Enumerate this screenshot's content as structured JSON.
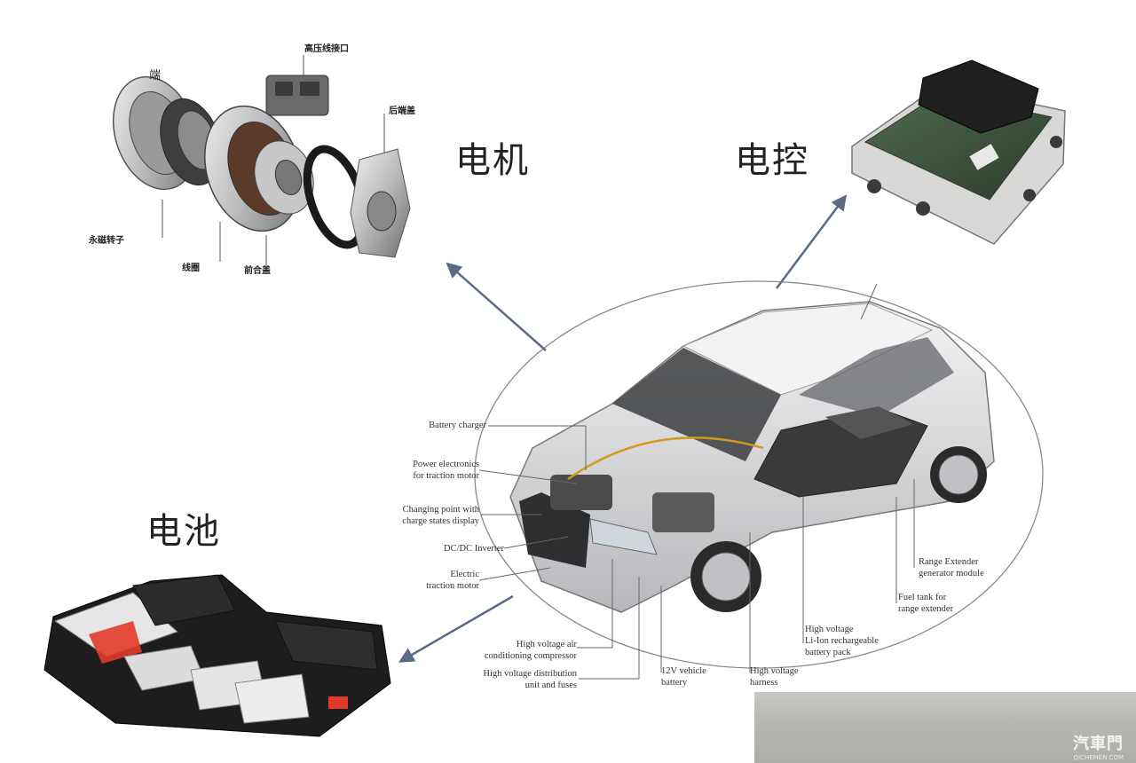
{
  "titles": {
    "motor": "电机",
    "controller": "电控",
    "battery": "电池"
  },
  "motor_labels": {
    "top_connector": "高压线接口",
    "housing_right": "后端盖",
    "left_top": "端",
    "rotor": "永磁转子",
    "coil": "线圈",
    "cover": "前合盖"
  },
  "car_labels": [
    {
      "id": "battery-charger",
      "text": "Battery charger"
    },
    {
      "id": "power-electronics",
      "text": "Power electronics\nfor traction motor"
    },
    {
      "id": "charging-point",
      "text": "Changing point with\ncharge states display"
    },
    {
      "id": "dcdc",
      "text": "DC/DC Inverter"
    },
    {
      "id": "traction-motor",
      "text": "Electric\ntraction motor"
    },
    {
      "id": "ac-compressor",
      "text": "High voltage air\nconditioning compressor"
    },
    {
      "id": "hv-distribution",
      "text": "High voltage distribution\nunit and fuses"
    },
    {
      "id": "12v-battery",
      "text": "12V vehicle\nbattery"
    },
    {
      "id": "hv-harness",
      "text": "High voltage\nharness"
    },
    {
      "id": "li-ion-pack",
      "text": "High voltage\nLi-Ion rechargeable\nbattery pack"
    },
    {
      "id": "fuel-tank",
      "text": "Fuel tank for\nrange extender"
    },
    {
      "id": "range-extender",
      "text": "Range Extender\ngenerator module"
    }
  ],
  "watermark": {
    "brand": "汽車門",
    "url": "QICHEMEN.COM"
  },
  "colors": {
    "arrow": "#5a6b86",
    "battery_red": "#e23a2a",
    "car_body": "#d9dadc"
  }
}
